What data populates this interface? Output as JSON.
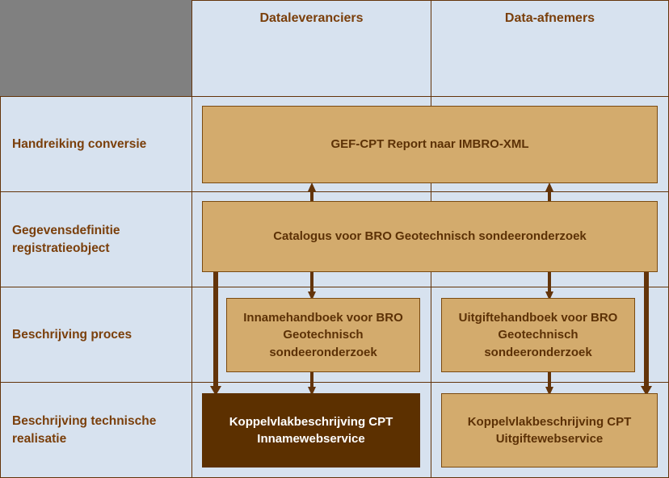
{
  "diagram": {
    "title_row_label": "",
    "colors": {
      "corner_gray": "#808080",
      "cell_blue": "#d7e2ef",
      "node_tan": "#d3ab6d",
      "node_highlight_brown": "#5c3000",
      "border_brown": "#63340a",
      "text_brown": "#7a3f0b",
      "node_text_brown": "#5c3106",
      "highlight_text": "#ffffff",
      "arrow_brown": "#63340a"
    },
    "columns": [
      {
        "id": "dataleveranciers",
        "label": "Dataleveranciers"
      },
      {
        "id": "data-afnemers",
        "label": "Data-afnemers"
      }
    ],
    "rows": [
      {
        "id": "handreiking-conversie",
        "label": "Handreiking conversie"
      },
      {
        "id": "gegevensdefinitie-registratieobject",
        "label": "Gegevensdefinitie registratieobject"
      },
      {
        "id": "beschrijving-proces",
        "label": "Beschrijving proces"
      },
      {
        "id": "beschrijving-technische-realisatie",
        "label": "Beschrijving technische realisatie"
      }
    ],
    "nodes": [
      {
        "id": "gef-cpt-report",
        "label": "GEF-CPT Report naar IMBRO-XML",
        "row": "handreiking-conversie",
        "span": "both",
        "style": "tan"
      },
      {
        "id": "catalogus-bro",
        "label": "Catalogus voor BRO Geotechnisch sondeeronderzoek",
        "row": "gegevensdefinitie-registratieobject",
        "span": "both",
        "style": "tan"
      },
      {
        "id": "innamehandboek",
        "label": "Innamehandboek voor BRO Geotechnisch sondeeronderzoek",
        "row": "beschrijving-proces",
        "span": "dataleveranciers",
        "style": "tan"
      },
      {
        "id": "uitgiftehandboek",
        "label": "Uitgiftehandboek voor BRO Geotechnisch sondeeronderzoek",
        "row": "beschrijving-proces",
        "span": "data-afnemers",
        "style": "tan"
      },
      {
        "id": "koppelvlak-inname",
        "label": "Koppelvlakbeschrijving CPT Innamewebservice",
        "row": "beschrijving-technische-realisatie",
        "span": "dataleveranciers",
        "style": "highlight"
      },
      {
        "id": "koppelvlak-uitgifte",
        "label": "Koppelvlakbeschrijving CPT Uitgiftewebservice",
        "row": "beschrijving-technische-realisatie",
        "span": "data-afnemers",
        "style": "tan"
      }
    ],
    "connectors": [
      {
        "id": "catalogus-to-gef-left",
        "direction": "up",
        "from": "catalogus-bro",
        "to": "gef-cpt-report"
      },
      {
        "id": "catalogus-to-gef-right",
        "direction": "up",
        "from": "catalogus-bro",
        "to": "gef-cpt-report"
      },
      {
        "id": "catalogus-to-innamehandboek",
        "direction": "down",
        "from": "catalogus-bro",
        "to": "innamehandboek"
      },
      {
        "id": "catalogus-to-uitgiftehandboek",
        "direction": "down",
        "from": "catalogus-bro",
        "to": "uitgiftehandboek"
      },
      {
        "id": "innamehandboek-to-koppelvlak",
        "direction": "down",
        "from": "innamehandboek",
        "to": "koppelvlak-inname"
      },
      {
        "id": "uitgifte-to-koppelvlak",
        "direction": "down",
        "from": "uitgiftehandboek",
        "to": "koppelvlak-uitgifte"
      },
      {
        "id": "catalogus-to-koppelvlak-inname-bypass",
        "direction": "down",
        "from": "catalogus-bro",
        "to": "koppelvlak-inname"
      },
      {
        "id": "catalogus-to-koppelvlak-uitgifte-bypass",
        "direction": "down",
        "from": "catalogus-bro",
        "to": "koppelvlak-uitgifte"
      }
    ]
  }
}
